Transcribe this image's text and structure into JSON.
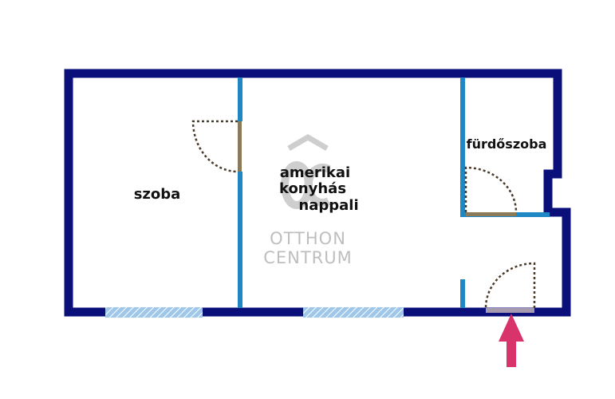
{
  "rooms": {
    "szoba": "szoba",
    "living_line1": "amerikai",
    "living_line2": "konyhás",
    "living_line3": "nappali",
    "bathroom": "fürdőszoba"
  },
  "watermark": {
    "line1": "OTTHON",
    "line2": "CENTRUM"
  },
  "colors": {
    "outer_wall": "#0a0f7a",
    "inner_wall": "#1f87c4",
    "window": "#9ec7ea",
    "door_swing": "#4a3a2a",
    "entrance_arrow": "#d8336a",
    "watermark": "#c8c8c8"
  },
  "icons": {
    "entrance": "entrance-arrow-icon",
    "logo": "otthon-centrum-logo-icon"
  }
}
